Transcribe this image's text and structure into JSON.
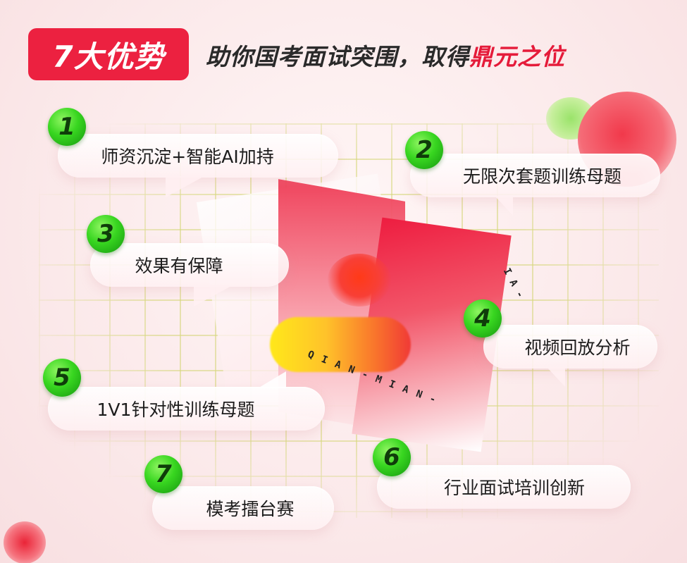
{
  "header": {
    "badge": "7大优势",
    "headline_main": "助你国考面试突围，取得",
    "headline_accent": "鼎元之位"
  },
  "decor": {
    "qian_mian": "QIAN-MIAN-",
    "ai_mark": "IA-"
  },
  "features": [
    {
      "number": "1",
      "label": "师资沉淀+智能AI加持"
    },
    {
      "number": "2",
      "label": "无限次套题训练母题"
    },
    {
      "number": "3",
      "label": "效果有保障"
    },
    {
      "number": "4",
      "label": "视频回放分析"
    },
    {
      "number": "5",
      "label": "1V1针对性训练母题"
    },
    {
      "number": "6",
      "label": "行业面试培训创新"
    },
    {
      "number": "7",
      "label": "模考擂台赛"
    }
  ],
  "colors": {
    "accent": "#ec2140",
    "number_badge": "#38d620",
    "grid": "#d4d678"
  }
}
